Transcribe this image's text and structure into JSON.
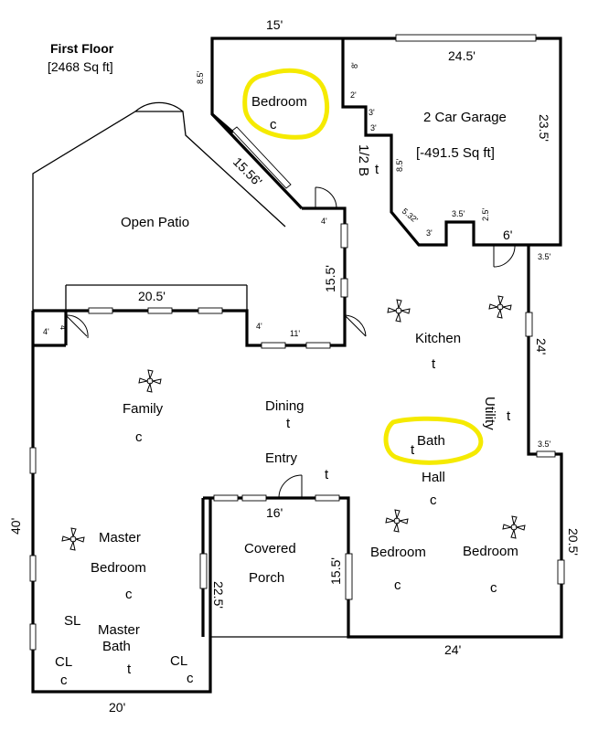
{
  "title": "First Floor",
  "subtitle": "[2468 Sq ft]",
  "rooms": {
    "bedroom_upper": "Bedroom",
    "bedroom_upper_c": "c",
    "garage": "2 Car Garage",
    "garage_sqft": "[-491.5 Sq ft]",
    "half_bath": "1/2 B",
    "half_bath_t": "t",
    "open_patio": "Open Patio",
    "kitchen": "Kitchen",
    "kitchen_t": "t",
    "utility": "Utility",
    "utility_t": "t",
    "family": "Family",
    "family_c": "c",
    "dining": "Dining",
    "dining_t": "t",
    "entry": "Entry",
    "entry_t": "t",
    "bath": "Bath",
    "bath_t": "t",
    "hall": "Hall",
    "hall_c": "c",
    "covered": "Covered",
    "porch": "Porch",
    "master": "Master",
    "master_bedroom": "Bedroom",
    "master_c": "c",
    "sl": "SL",
    "master_bath_1": "Master",
    "master_bath_2": "Bath",
    "master_bath_t": "t",
    "cl_left": "CL",
    "cl_left_c": "c",
    "cl_right": "CL",
    "cl_right_c": "c",
    "bedroom_mid": "Bedroom",
    "bedroom_mid_c": "c",
    "bedroom_right": "Bedroom",
    "bedroom_right_c": "c"
  },
  "dimensions": {
    "top_15": "15'",
    "garage_top": "24.5'",
    "left_8_5": "8.5'",
    "garage_side": "23.5'",
    "g_8": "8'",
    "g_2": "2'",
    "g_3a": "3'",
    "g_3b": "3'",
    "g_8_5": "8.5'",
    "g_5_32": "5.32'",
    "g_3c": "3'",
    "g_3_5": "3.5'",
    "g_2_5": "2.5'",
    "g_6": "6'",
    "diag": "15.56'",
    "d_4": "4'",
    "patio_15_5": "15.5'",
    "patio_20_5": "20.5'",
    "d_4b": "4'",
    "d_11": "11'",
    "d_4c": "4'",
    "d_4d": "4'",
    "r_3_5a": "3.5'",
    "r_24": "24'",
    "r_3_5b": "3.5'",
    "porch_16": "16'",
    "porch_15_5": "15.5'",
    "porch_22_5": "22.5'",
    "left_40": "40'",
    "right_20_5": "20.5'",
    "bottom_24": "24'",
    "bottom_20": "20'"
  },
  "highlight_color": "#f5ea00",
  "icons": [
    "ceiling-fan-icon",
    "door-swing-icon",
    "window-icon"
  ]
}
